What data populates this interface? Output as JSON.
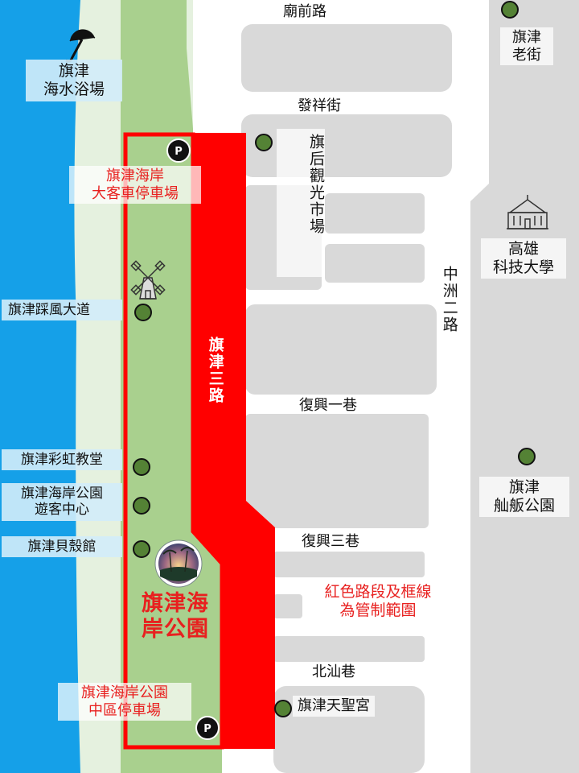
{
  "roads": {
    "miaoqian": "廟前路",
    "faxiang": "發祥街",
    "zhongzhou2": "中洲二路",
    "fuxing1": "復興一巷",
    "fuxing3": "復興三巷",
    "beishan": "北汕巷",
    "qijin3": "旗津三路"
  },
  "places": {
    "beach": "旗津\n海水浴場",
    "bus_parking": "旗津海岸\n大客車停車場",
    "old_street": "旗津\n老街",
    "market": "旗后觀光市場",
    "univ": "高雄\n科技大學",
    "wind_trail": "旗津踩風大道",
    "rainbow_church": "旗津彩虹教堂",
    "visitor_center": "旗津海岸公園\n遊客中心",
    "shell_museum": "旗津貝殼館",
    "park_title": "旗津海\n岸公園",
    "sampan_park": "旗津\n舢舨公園",
    "mid_parking": "旗津海岸公園\n中區停車場",
    "tianhou_temple": "旗津天聖宮",
    "notice": "紅色路段及框線\n為管制範圍"
  },
  "parking_symbol": "P",
  "icons": {
    "beach": "umbrella-icon",
    "windmill": "windmill-icon",
    "university": "university-building-icon",
    "park_photo": "park-photo-icon",
    "parking": "parking-icon",
    "poi": "poi-dot-icon"
  },
  "colors": {
    "sea": "#15a0e8",
    "sand": "#e5f1df",
    "park": "#a9d08e",
    "block": "#d9d9d9",
    "control": "#ff0000",
    "poi": "#548235",
    "label_red": "#e8201f"
  }
}
